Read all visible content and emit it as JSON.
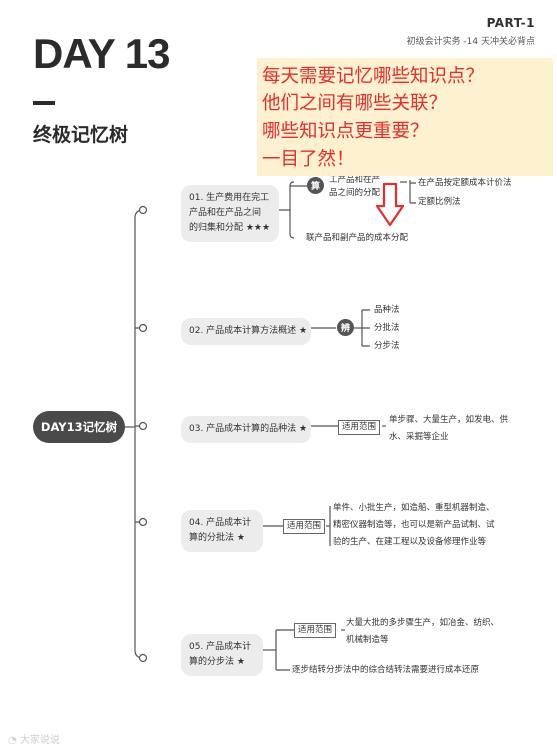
{
  "header": {
    "part": "PART-1",
    "subtitle": "初级会计实务 -14 天冲关必背点",
    "day_title": "DAY 13",
    "tree_title": "终极记忆树"
  },
  "callout": {
    "lines": [
      "每天需要记忆哪些知识点？",
      "他们之间有哪些关联？",
      "哪些知识点更重要？",
      "一目了然！"
    ],
    "arrow_color": "#e52e2e"
  },
  "root": {
    "label": "DAY13记忆树"
  },
  "branches": [
    {
      "label_lines": [
        "01. 生产费用在完工",
        "产品和在产品之间",
        "的归集和分配 ★★★"
      ],
      "badge": "算",
      "sub_label_lines": [
        "工产品和在产",
        "品之间的分配"
      ],
      "leaves": [
        "在产品按定额成本计价法",
        "定额比例法"
      ],
      "extra": "联产品和副产品的成本分配"
    },
    {
      "label_lines": [
        "02. 产品成本计算方法概述 ★"
      ],
      "badge": "辨",
      "leaves": [
        "品种法",
        "分批法",
        "分步法"
      ]
    },
    {
      "label_lines": [
        "03. 产品成本计算的品种法 ★"
      ],
      "tag": "适用范围",
      "desc_lines": [
        "单步骤、大量生产，如发电、供",
        "水、采掘等企业"
      ]
    },
    {
      "label_lines": [
        "04. 产品成本计",
        "算的分批法 ★"
      ],
      "tag": "适用范围",
      "desc_lines": [
        "单件、小批生产，如造船、重型机器制造、",
        "精密仪器制造等，也可以是新产品试制、试",
        "验的生产、在建工程以及设备修理作业等"
      ]
    },
    {
      "label_lines": [
        "05. 产品成本计",
        "算的分步法 ★"
      ],
      "tag": "适用范围",
      "desc_lines": [
        "大量大批的多步骤生产，如冶金、纺织、",
        "机械制造等"
      ],
      "extra": "逐步结转分步法中的综合结转法需要进行成本还原"
    }
  ],
  "watermark": "大家说说"
}
